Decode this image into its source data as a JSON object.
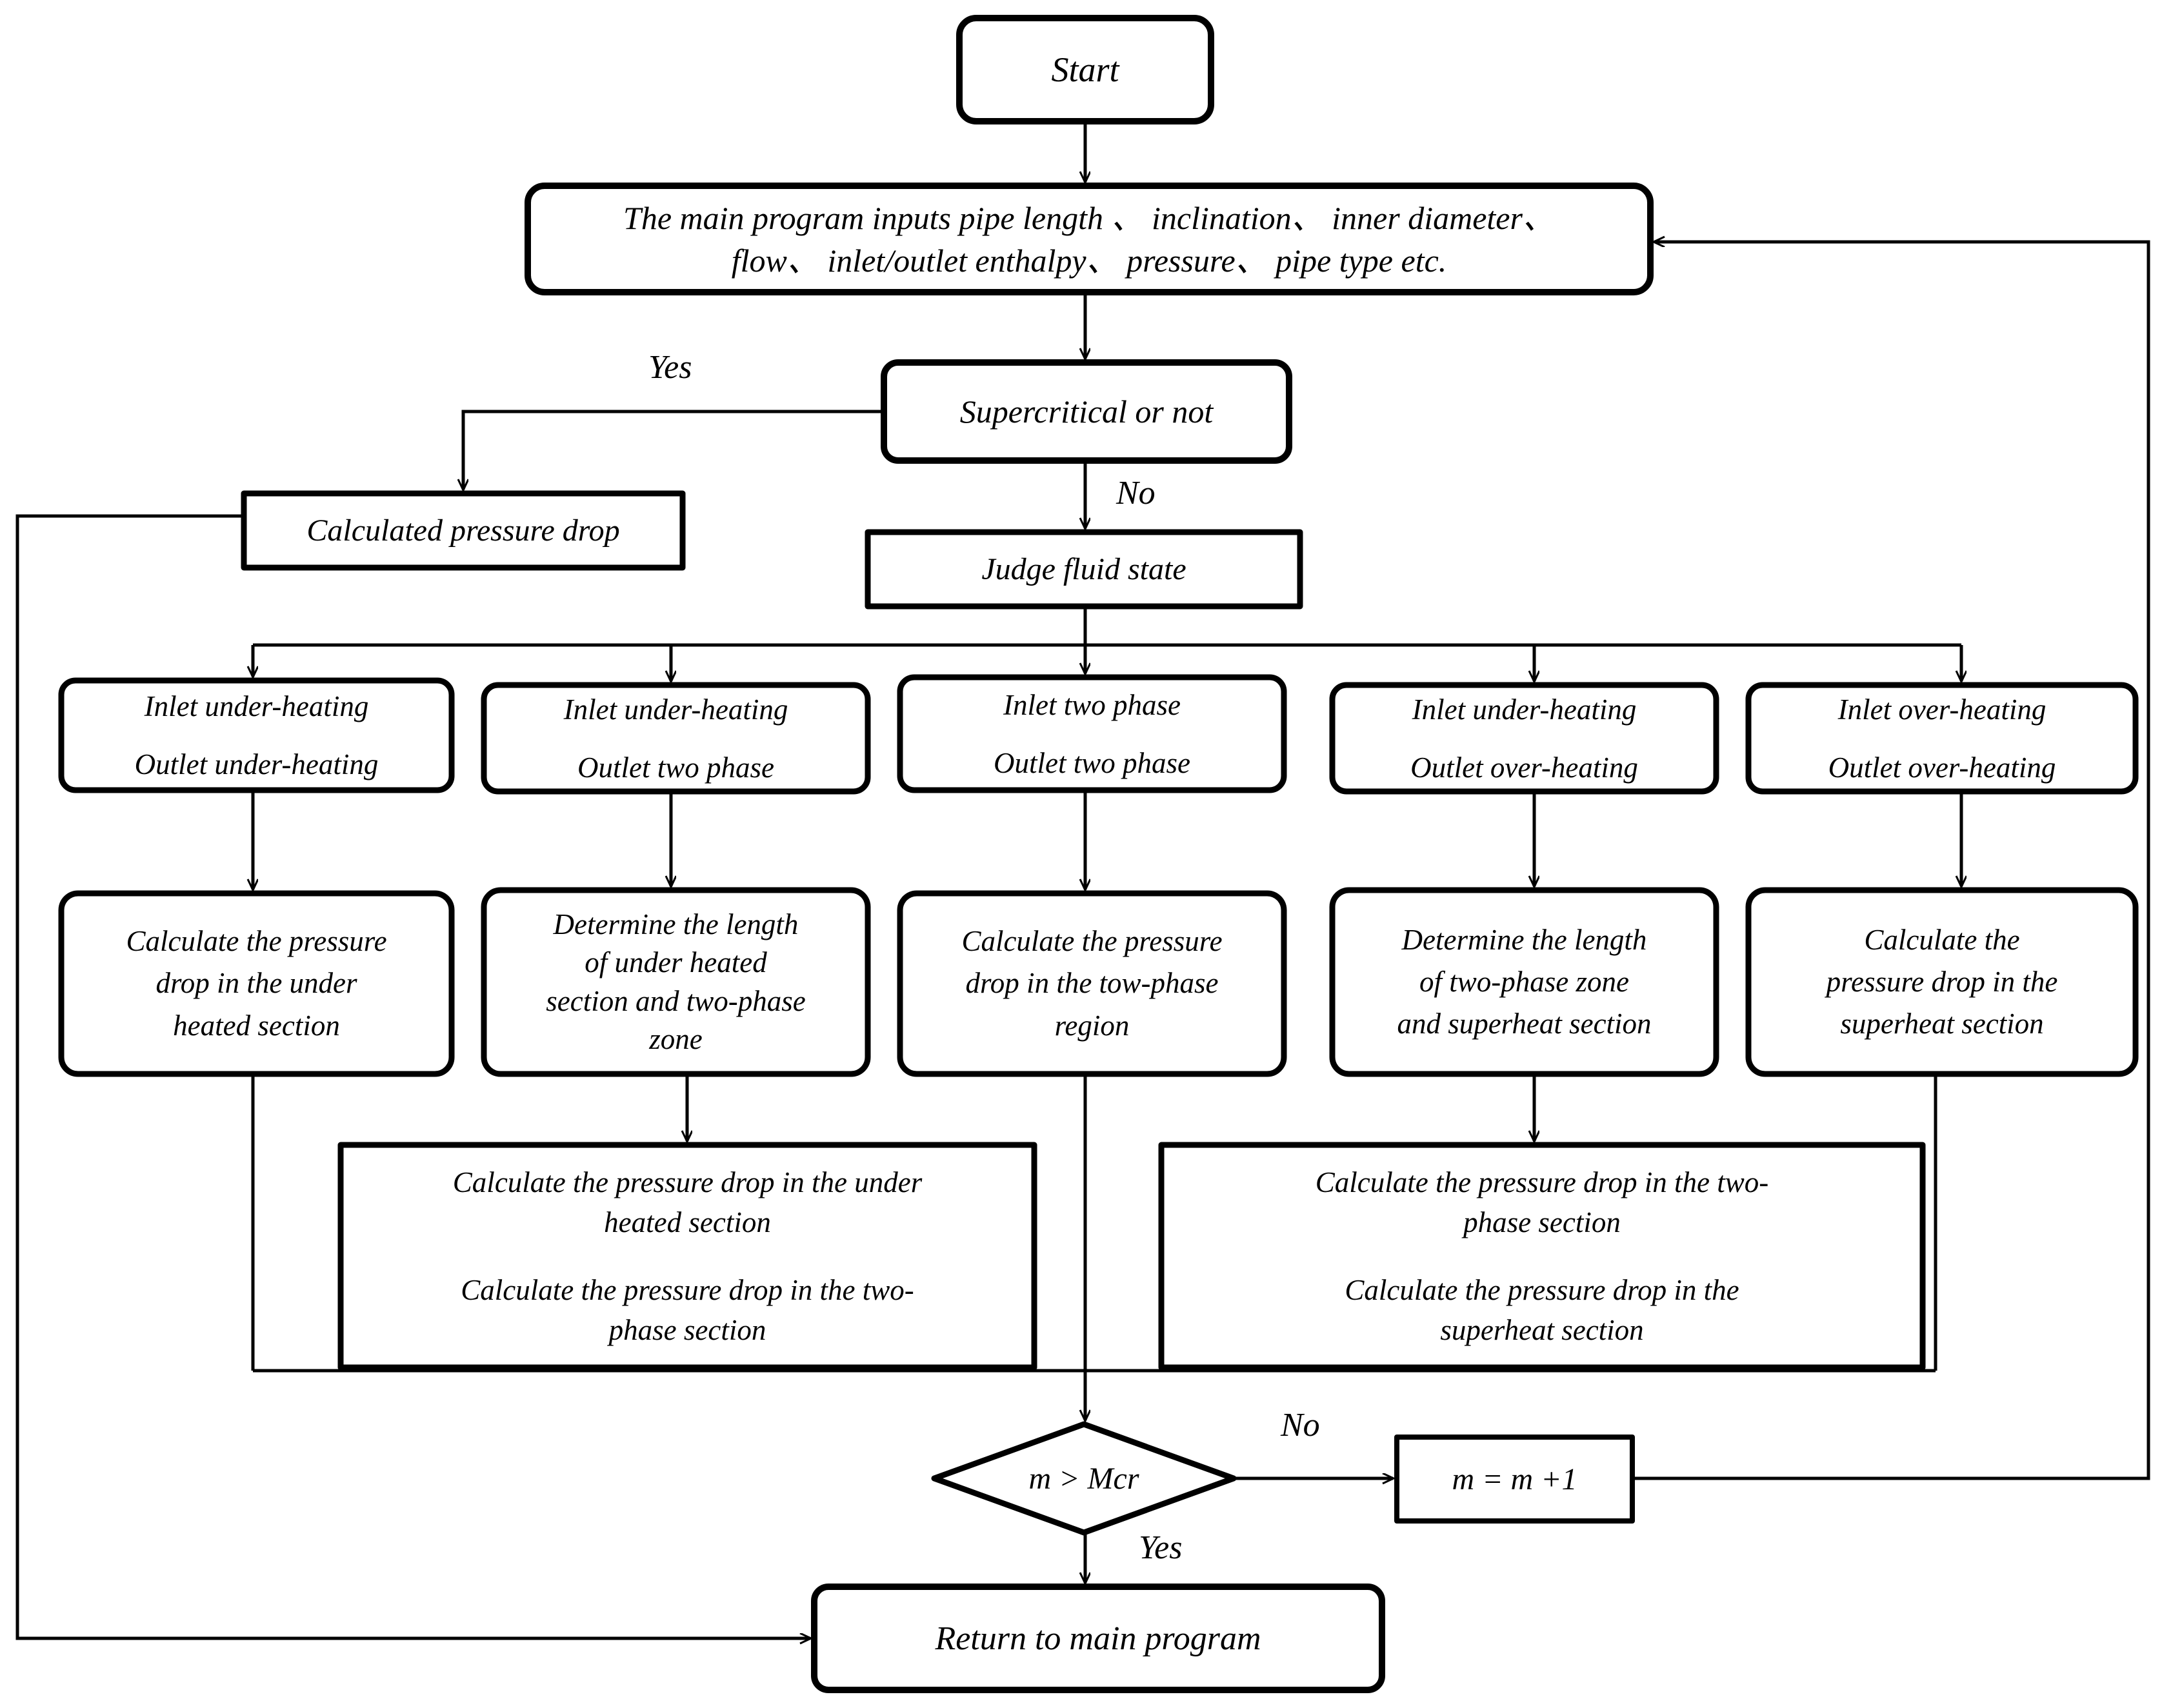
{
  "diagram": {
    "title": "Pressure drop calculation program flowchart",
    "stroke_color": "#000000",
    "fill_color": "#ffffff",
    "background": "#ffffff"
  },
  "nodes": {
    "start": {
      "shape": "rounded-rect",
      "lines": [
        "Start"
      ]
    },
    "main_input": {
      "shape": "rounded-rect",
      "lines": [
        "The main program inputs pipe length 、 inclination、 inner diameter、",
        "flow、 inlet/outlet  enthalpy、 pressure、 pipe type  etc."
      ]
    },
    "supercritical": {
      "shape": "rounded-rect",
      "lines": [
        "Supercritical or not"
      ]
    },
    "calc_drop": {
      "shape": "rect",
      "lines": [
        "Calculated  pressure drop"
      ]
    },
    "judge_state": {
      "shape": "rect",
      "lines": [
        "Judge fluid state"
      ]
    },
    "state1": {
      "shape": "rounded-rect",
      "lines": [
        "Inlet under-heating",
        "Outlet under-heating"
      ]
    },
    "state2": {
      "shape": "rounded-rect",
      "lines": [
        "Inlet under-heating",
        "Outlet two phase"
      ]
    },
    "state3": {
      "shape": "rounded-rect",
      "lines": [
        "Inlet  two phase",
        "Outlet two phase"
      ]
    },
    "state4": {
      "shape": "rounded-rect",
      "lines": [
        "Inlet under-heating",
        "Outlet over-heating"
      ]
    },
    "state5": {
      "shape": "rounded-rect",
      "lines": [
        "Inlet over-heating",
        "Outlet over-heating"
      ]
    },
    "proc1": {
      "shape": "rounded-rect",
      "lines": [
        "Calculate the pressure",
        "drop in the under",
        "heated section"
      ]
    },
    "proc2": {
      "shape": "rounded-rect",
      "lines": [
        "Determine the length",
        "of under heated",
        "section and two-phase",
        "zone"
      ]
    },
    "proc3": {
      "shape": "rounded-rect",
      "lines": [
        "Calculate the pressure",
        "drop in the tow-phase",
        "region"
      ]
    },
    "proc4": {
      "shape": "rounded-rect",
      "lines": [
        "Determine the length",
        "of  two-phase zone",
        "and superheat section"
      ]
    },
    "proc5": {
      "shape": "rounded-rect",
      "lines": [
        "Calculate  the",
        "pressure drop in the",
        "superheat section"
      ]
    },
    "wide_left": {
      "shape": "rect",
      "para1": [
        "Calculate the pressure drop in the under",
        "heated section"
      ],
      "para2": [
        "Calculate the pressure drop in the two-",
        "phase section"
      ]
    },
    "wide_right": {
      "shape": "rect",
      "para1": [
        "Calculate the pressure drop in the two-",
        "phase section"
      ],
      "para2": [
        "Calculate the pressure drop in the",
        "superheat section"
      ]
    },
    "decision": {
      "shape": "diamond",
      "lines": [
        "m > Mcr"
      ]
    },
    "increment": {
      "shape": "rect",
      "lines": [
        "m = m +1"
      ]
    },
    "return": {
      "shape": "rounded-rect",
      "lines": [
        "Return to main program"
      ]
    }
  },
  "edge_labels": {
    "supercritical_yes": "Yes",
    "supercritical_no": "No",
    "decision_no": "No",
    "decision_yes": "Yes"
  }
}
